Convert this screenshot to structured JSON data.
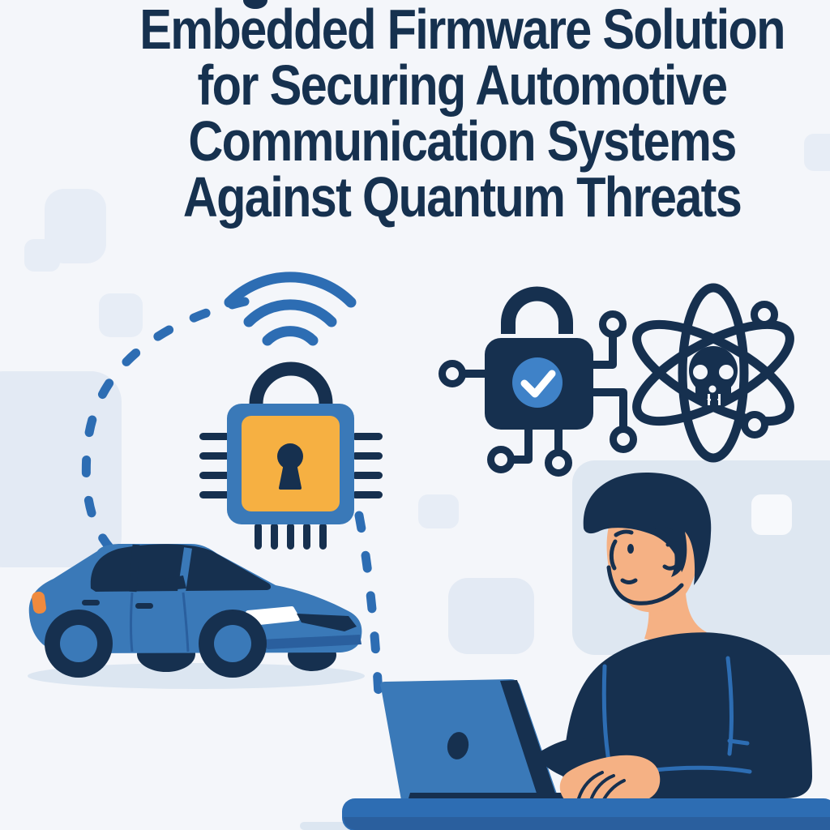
{
  "title": {
    "lines": [
      "Embedded Firmware Solution",
      "for Securing Automotive",
      "Communication Systems",
      "Against Quantum Threats"
    ],
    "cropped_line_fragment": "partial letter descender visible at very top edge"
  },
  "icons": {
    "wifi": "wifi-signal-arcs",
    "chip_lock": "padlock-on-microchip",
    "verified_lock": "padlock-with-checkmark-and-circuit-nodes",
    "quantum_threat": "atom-orbits-with-skull",
    "car": "blue-sedan-car",
    "person_laptop": "person-typing-on-laptop"
  },
  "colors": {
    "background": "#f4f6fa",
    "tile": "#e7edf6",
    "tile_large": "#e3eaf4",
    "panel": "#dee7f1",
    "panel_highlight": "#f7f9fc",
    "navy": "#16304f",
    "blue": "#2d6db3",
    "blue_mid": "#3a79b8",
    "blue_deep": "#2a5f9e",
    "orange": "#f6b042",
    "orange_deep": "#ef8a3e",
    "skin": "#f5b184",
    "check_blue": "#3f82c8",
    "white": "#ffffff",
    "shadow": "#dce6f1",
    "title_text": "#16314f"
  }
}
